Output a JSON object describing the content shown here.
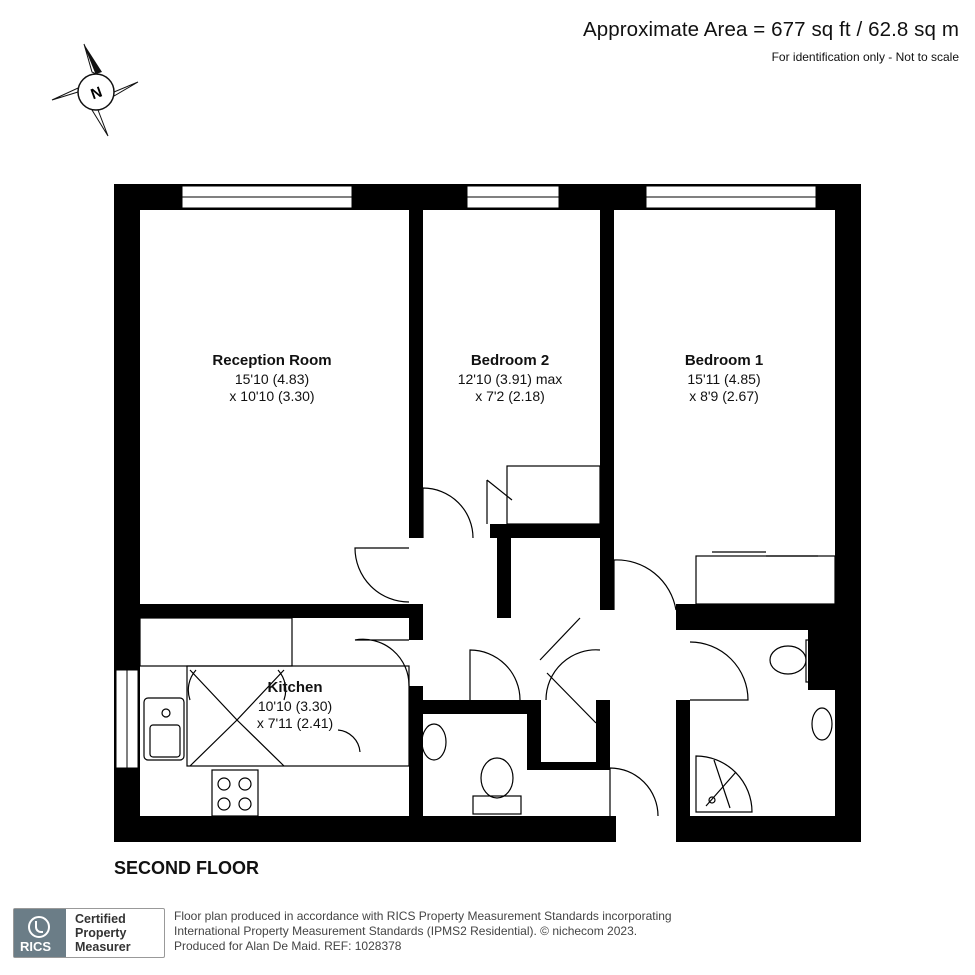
{
  "header": {
    "area": "Approximate Area = 677 sq ft / 62.8 sq m",
    "note": "For identification only - Not to scale"
  },
  "compass": {
    "label": "N"
  },
  "rooms": {
    "reception": {
      "name": "Reception Room",
      "dim1": "15'10 (4.83)",
      "dim2": "x 10'10 (3.30)"
    },
    "bedroom2": {
      "name": "Bedroom 2",
      "dim1": "12'10 (3.91) max",
      "dim2": "x 7'2 (2.18)"
    },
    "bedroom1": {
      "name": "Bedroom 1",
      "dim1": "15'11 (4.85)",
      "dim2": "x 8'9 (2.67)"
    },
    "kitchen": {
      "name": "Kitchen",
      "dim1": "10'10 (3.30)",
      "dim2": "x 7'11 (2.41)"
    }
  },
  "floor_label": "SECOND FLOOR",
  "badge": {
    "org": "RICS",
    "lines": [
      "Certified",
      "Property",
      "Measurer"
    ]
  },
  "footer": {
    "line1": "Floor plan produced in accordance with RICS Property Measurement Standards incorporating",
    "line2": "International Property Measurement Standards (IPMS2 Residential).   © nichecom 2023.",
    "line3": "Produced for Alan De Maid.   REF: 1028378"
  }
}
